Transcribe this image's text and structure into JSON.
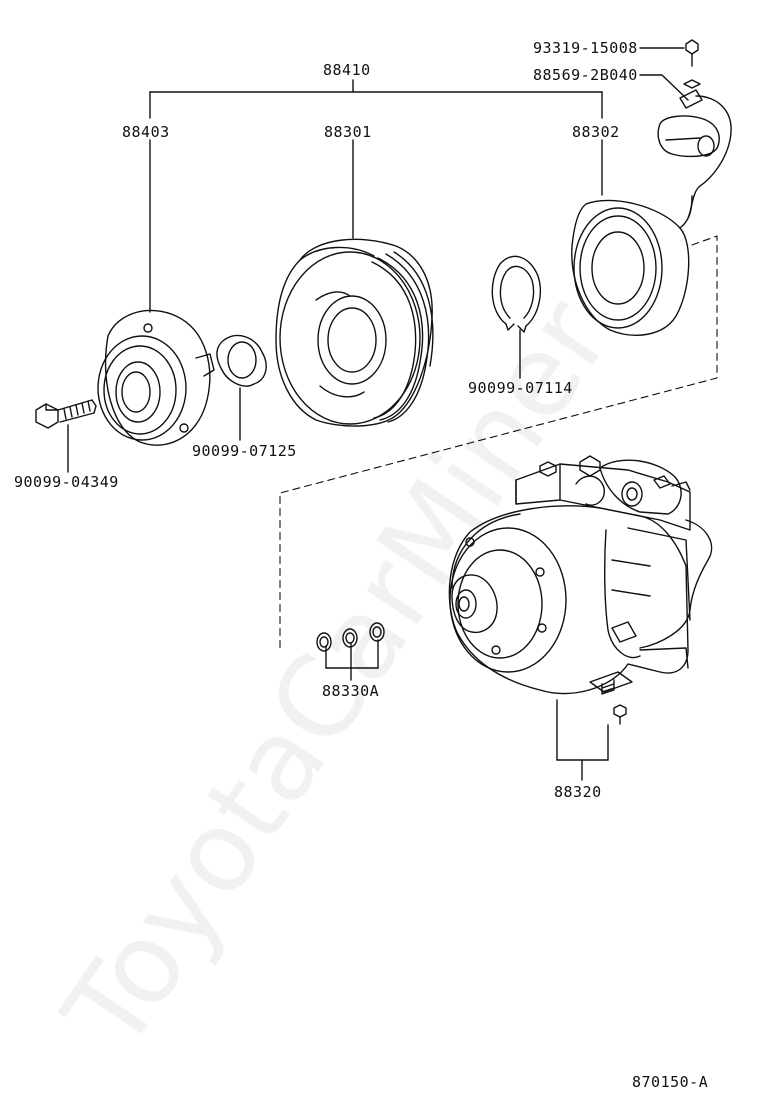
{
  "diagram": {
    "part_labels": [
      {
        "id": "assembly",
        "text": "88410"
      },
      {
        "id": "clutch_hub",
        "text": "88403"
      },
      {
        "id": "pulley",
        "text": "88301"
      },
      {
        "id": "stator",
        "text": "88302"
      },
      {
        "id": "screw",
        "text": "93319-15008"
      },
      {
        "id": "clamp",
        "text": "88569-2B040"
      },
      {
        "id": "snap_ring",
        "text": "90099-07114"
      },
      {
        "id": "shim",
        "text": "90099-07125"
      },
      {
        "id": "bolt",
        "text": "90099-04349"
      },
      {
        "id": "o_rings",
        "text": "88330A"
      },
      {
        "id": "compressor",
        "text": "88320"
      }
    ],
    "figure_code": "870150-A",
    "watermark": "ToyotaCarMiner"
  }
}
